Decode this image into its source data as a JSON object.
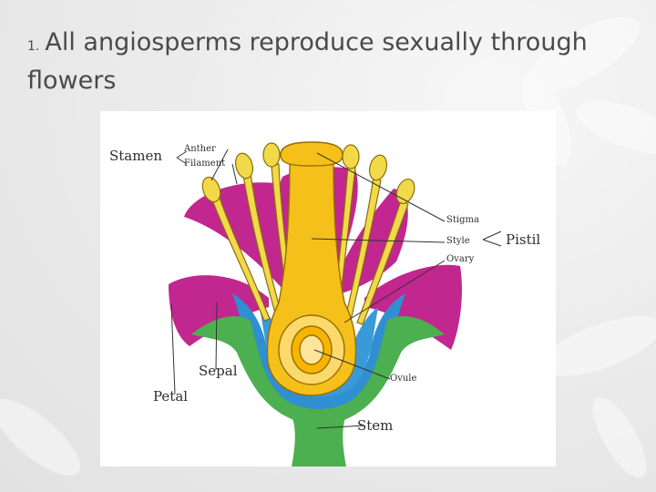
{
  "slide": {
    "number": "1.",
    "title": "All angiosperms reproduce sexually through flowers"
  },
  "diagram": {
    "labels": {
      "stamen": "Stamen",
      "anther": "Anther",
      "filament": "Filament",
      "stigma": "Stigma",
      "style": "Style",
      "ovary": "Ovary",
      "pistil": "Pistil",
      "petal": "Petal",
      "sepal": "Sepal",
      "ovule": "Ovule",
      "stem": "Stem"
    },
    "colors": {
      "petal": "#c2268f",
      "sepal": "#4caf50",
      "receptacle": "#2f8fd0",
      "stamen": "#f2d94a",
      "pistil": "#f5c01a"
    }
  }
}
